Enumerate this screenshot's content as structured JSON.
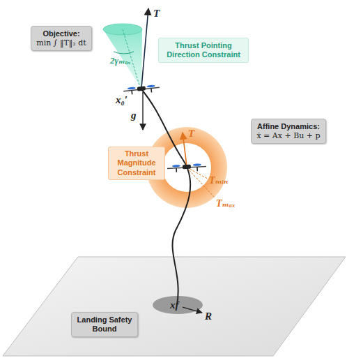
{
  "diagram": {
    "nodes": [
      {
        "text": [
          "Objective:",
          "min ∫ ‖T‖₂ dt"
        ]
      },
      {
        "text": [
          "Thrust Pointing Direction Constraint"
        ]
      },
      {
        "text": [
          "Affine Dynamics:",
          "ẋ = Ax + Bu + p"
        ]
      },
      {
        "text": [
          "Thrust Magnitude Constraint"
        ]
      },
      {
        "text": [
          "Landing Safety Bound"
        ]
      }
    ],
    "labels": [
      "T",
      "2γₘₐₓ",
      "x₀′",
      "g",
      "T",
      "Tₘᵢₙ",
      "Tₘₐₓ",
      "xf",
      "R"
    ]
  }
}
